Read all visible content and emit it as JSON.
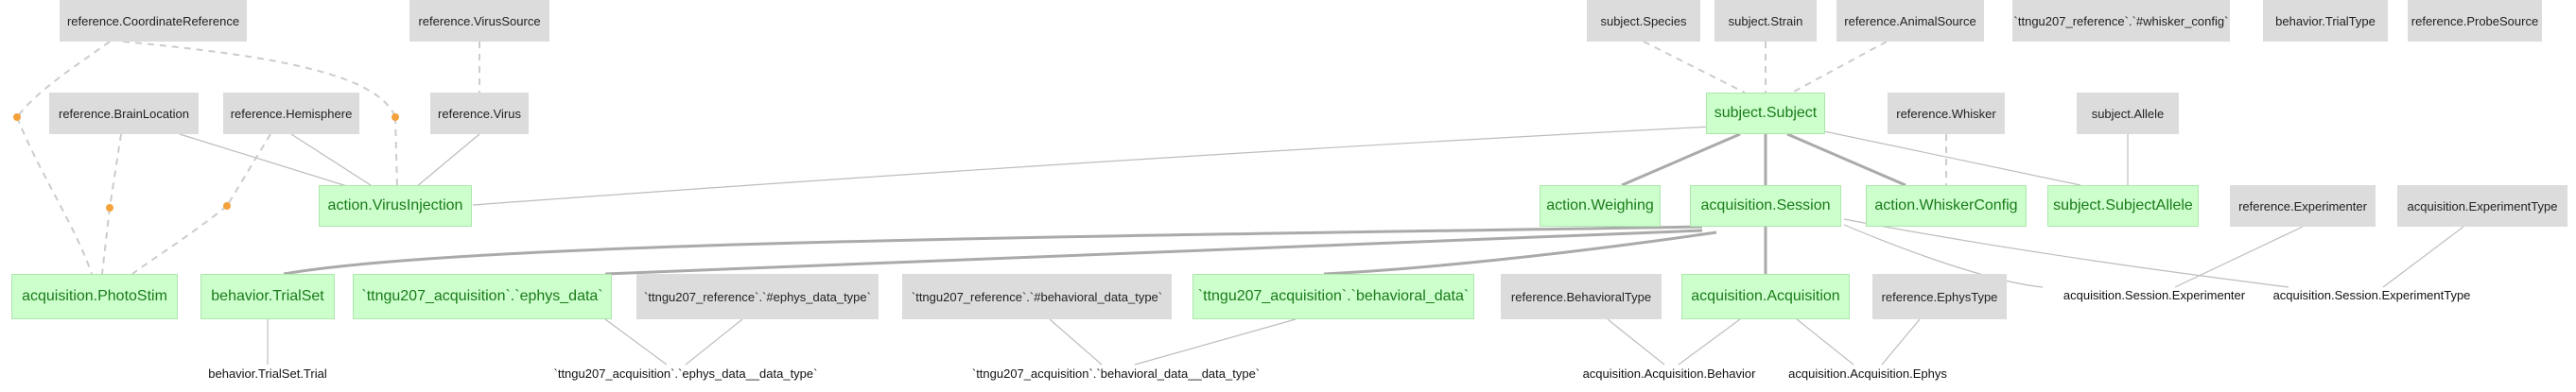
{
  "diagram": {
    "colors": {
      "manual_fill": "#ccffcc",
      "manual_text": "#1a7a1a",
      "lookup_fill": "#dcdcdc",
      "edge": "#a9a9a9",
      "dashed_edge": "#cccccc",
      "dot": "#f4a23c"
    },
    "nodes": {
      "ref_coord": "reference.CoordinateReference",
      "ref_virus_source": "reference.VirusSource",
      "subj_species": "subject.Species",
      "subj_strain": "subject.Strain",
      "ref_animal_source": "reference.AnimalSource",
      "whisker_config_ref": "`ttngu207_reference`.`#whisker_config`",
      "behavior_trial_type": "behavior.TrialType",
      "ref_probe_source": "reference.ProbeSource",
      "ref_brain_location": "reference.BrainLocation",
      "ref_hemisphere": "reference.Hemisphere",
      "ref_virus": "reference.Virus",
      "subject_subject": "subject.Subject",
      "ref_whisker": "reference.Whisker",
      "subj_allele": "subject.Allele",
      "action_virus_injection": "action.VirusInjection",
      "action_weighing": "action.Weighing",
      "acq_session": "acquisition.Session",
      "action_whisker_config": "action.WhiskerConfig",
      "subj_subject_allele": "subject.SubjectAllele",
      "ref_experimenter": "reference.Experimenter",
      "acq_experiment_type": "acquisition.ExperimentType",
      "acq_photostim": "acquisition.PhotoStim",
      "behavior_trialset": "behavior.TrialSet",
      "ephys_data": "`ttngu207_acquisition`.`ephys_data`",
      "ephys_data_type_ref": "`ttngu207_reference`.`#ephys_data_type`",
      "behavioral_data_type_ref": "`ttngu207_reference`.`#behavioral_data_type`",
      "behavioral_data": "`ttngu207_acquisition`.`behavioral_data`",
      "ref_behavioral_type": "reference.BehavioralType",
      "acq_acquisition": "acquisition.Acquisition",
      "ref_ephys_type": "reference.EphysType",
      "session_experimenter": "acquisition.Session.Experimenter",
      "session_experiment_type": "acquisition.Session.ExperimentType",
      "trialset_trial": "behavior.TrialSet.Trial",
      "ephys_data_data_type": "`ttngu207_acquisition`.`ephys_data__data_type`",
      "behavioral_data_data_type": "`ttngu207_acquisition`.`behavioral_data__data_type`",
      "acquisition_behavior": "acquisition.Acquisition.Behavior",
      "acquisition_ephys": "acquisition.Acquisition.Ephys"
    }
  }
}
